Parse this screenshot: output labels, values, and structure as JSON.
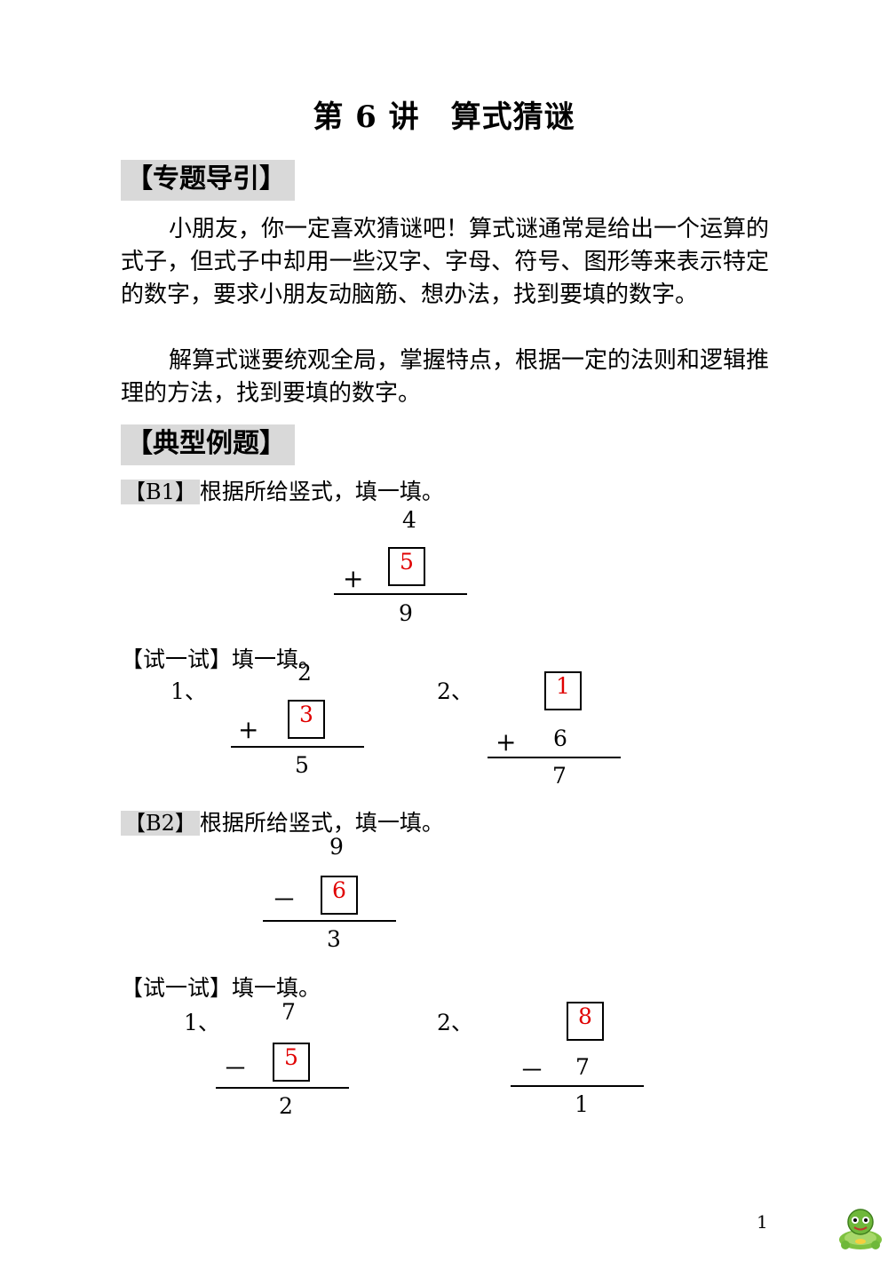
{
  "title": "第 6 讲　算式猜谜",
  "section1": "【专题导引】",
  "intro_p1": "小朋友，你一定喜欢猜谜吧！算式谜通常是给出一个运算的式子，但式子中却用一些汉字、字母、符号、图形等来表示特定的数字，要求小朋友动脑筋、想办法，找到要填的数字。",
  "intro_p2": "解算式谜要统观全局，掌握特点，根据一定的法则和逻辑推理的方法，找到要填的数字。",
  "section2": "【典型例题】",
  "b1": {
    "tag": "【B1】",
    "prompt": "根据所给竖式，填一填。",
    "top": "4",
    "op": "+",
    "box": "5",
    "result": "9"
  },
  "try1": {
    "label": "【试一试】填一填。",
    "p1": {
      "index": "1、",
      "top": "2",
      "op": "+",
      "box": "3",
      "result": "5"
    },
    "p2": {
      "index": "2、",
      "box": "1",
      "op": "+",
      "second": "6",
      "result": "7"
    }
  },
  "b2": {
    "tag": "【B2】",
    "prompt": "根据所给竖式，填一填。",
    "top": "9",
    "op": "－",
    "box": "6",
    "result": "3"
  },
  "try2": {
    "label": "【试一试】填一填。",
    "p1": {
      "index": "1、",
      "top": "7",
      "op": "－",
      "box": "5",
      "result": "2"
    },
    "p2": {
      "index": "2、",
      "box": "8",
      "op": "－",
      "second": "7",
      "result": "1"
    }
  },
  "page_number": "1",
  "colors": {
    "answer": "#e00000",
    "section_bg": "#d9d9d9"
  },
  "icon": "turtle-mascot-icon"
}
